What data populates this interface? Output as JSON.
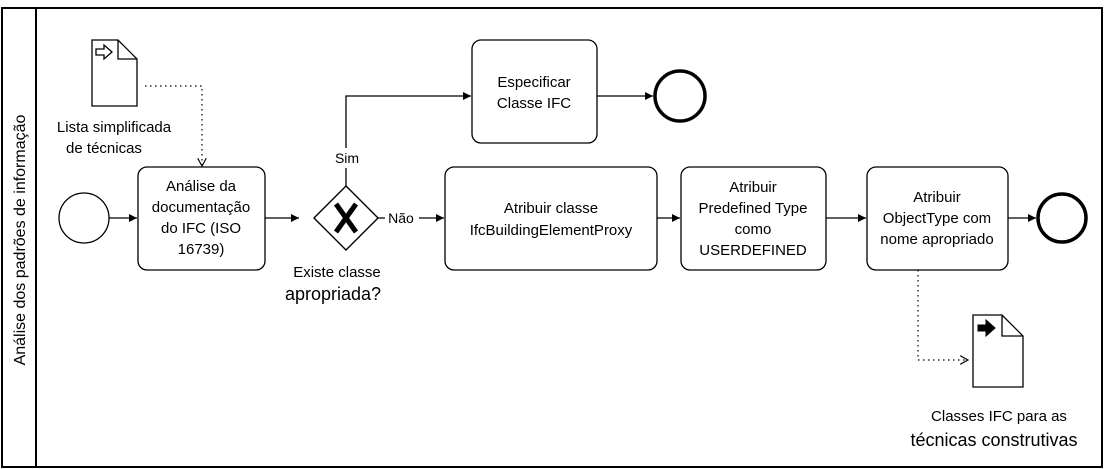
{
  "pool": {
    "lane_label": "Análise dos padrões de informação"
  },
  "inputs": {
    "document_label_lines": [
      "Lista simplificada",
      "de técnicas"
    ]
  },
  "outputs": {
    "document_label_lines": [
      "Classes IFC para as",
      "técnicas construtivas"
    ]
  },
  "tasks": {
    "analysis": [
      "Análise da",
      "documentação",
      "do IFC (ISO",
      "16739)"
    ],
    "specify": [
      "Especificar",
      "Classe IFC"
    ],
    "assign_class": [
      "Atribuir classe",
      "IfcBuildingElementProxy"
    ],
    "predefined": [
      "Atribuir",
      "Predefined Type",
      "como",
      "USERDEFINED"
    ],
    "objecttype": [
      "Atribuir",
      "ObjectType com",
      "nome apropriado"
    ]
  },
  "gateway": {
    "question_lines": [
      "Existe classe",
      "apropriada?"
    ],
    "yes_label": "Sim",
    "no_label": "Não"
  },
  "icons": {
    "input_document": "data-input-icon",
    "output_document": "data-output-icon",
    "gateway_marker": "x-icon"
  }
}
